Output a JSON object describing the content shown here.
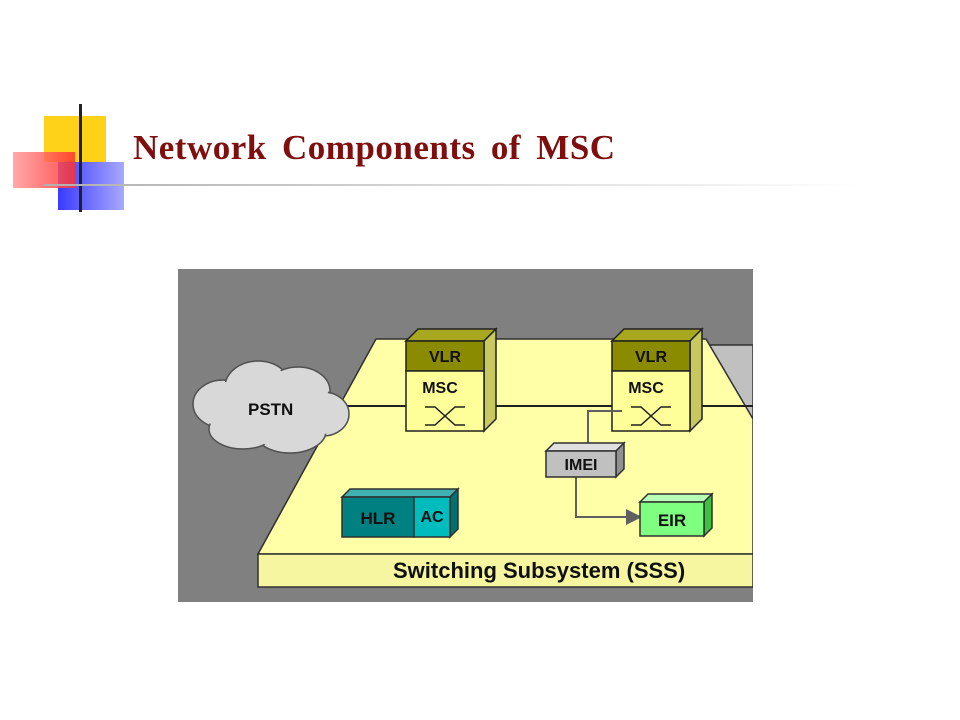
{
  "slide": {
    "title": "Network Components of MSC"
  },
  "diagram": {
    "pstn_label": "PSTN",
    "nodes": {
      "vlr_left": "VLR",
      "msc_left": "MSC",
      "vlr_right": "VLR",
      "msc_right": "MSC",
      "imei": "IMEI",
      "eir": "EIR",
      "hlr": "HLR",
      "ac": "AC"
    },
    "subsystem_label": "Switching Subsystem (SSS)"
  },
  "colors": {
    "title": "#7f0f0f",
    "platform": "#ffffa8",
    "background": "#808080",
    "vlr": "#8b8b00",
    "msc": "#ffff99",
    "hlr": "#008080",
    "ac": "#00bcbc",
    "eir": "#7fff80",
    "imei": "#c0c0c0"
  }
}
